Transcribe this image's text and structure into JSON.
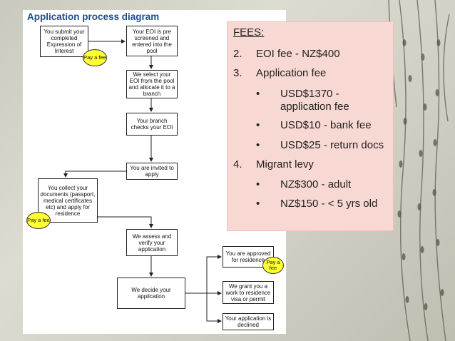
{
  "diagram": {
    "title": "Application process diagram",
    "boxes": {
      "submit_eoi": "You submit your completed Expression of Interest",
      "eoi_screened": "Your EOI is pre screened and entered into the pool",
      "select_eoi": "We select your EOI from the pool and allocate it to a branch",
      "branch_checks": "Your branch checks your EOI",
      "invited": "You are invited to apply",
      "collect_docs": "You collect your documents (passport, medical certificates etc) and apply for residence",
      "assess": "We assess and verify your application",
      "decide": "We decide your application",
      "approved": "You are approved for residence",
      "work_visa": "We grant you a work to residence visa or permit",
      "declined": "Your application is declined"
    },
    "pay_fee_label": "Pay a fee"
  },
  "fees": {
    "title": "FEES:",
    "items": [
      {
        "num": "2.",
        "text": "EOI fee - NZ$400"
      },
      {
        "num": "3.",
        "text": "Application fee"
      },
      {
        "bullet": "•",
        "text": "USD$1370 -"
      },
      {
        "text": "application fee"
      },
      {
        "bullet": "•",
        "text": "USD$10 - bank fee"
      },
      {
        "bullet": "•",
        "text": "USD$25 - return docs"
      },
      {
        "num": "4.",
        "text": "Migrant levy"
      },
      {
        "bullet": "•",
        "text": "NZ$300 - adult"
      },
      {
        "bullet": "•",
        "text": "NZ$150 - < 5 yrs old"
      }
    ]
  },
  "colors": {
    "title": "#1f4e8c",
    "fees_bg": "#f8d8d2",
    "badge": "#ffff33"
  }
}
